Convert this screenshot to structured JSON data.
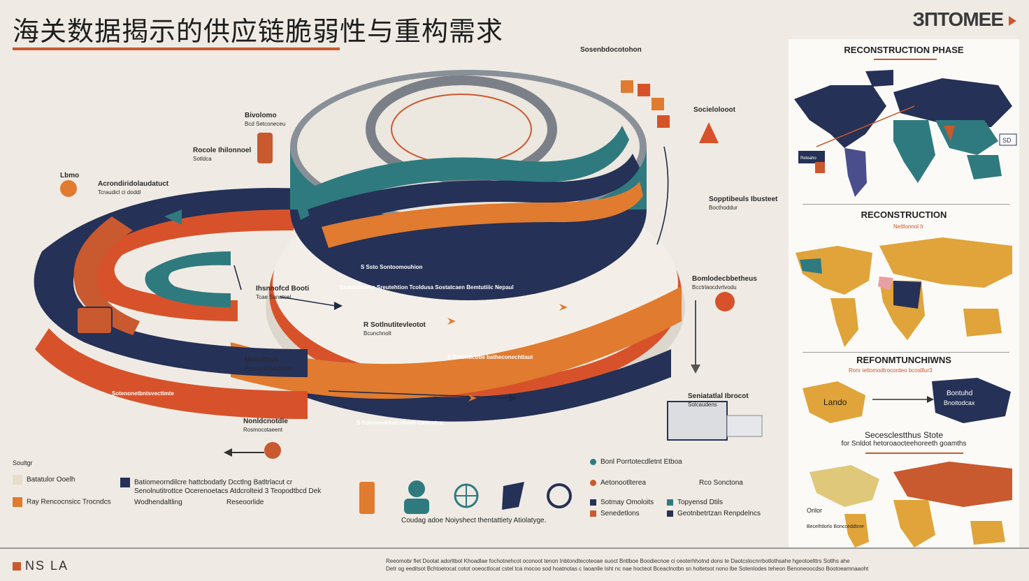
{
  "header": {
    "title": "海关数据揭示的供应链脆弱性与重构需求",
    "brand": "ЗПТОМЕЕ"
  },
  "diagram": {
    "labels": [
      {
        "id": "top-center",
        "text": "Sosenbdocotohon",
        "sub": ""
      },
      {
        "id": "left-1",
        "text": "Lbmo",
        "sub": ""
      },
      {
        "id": "left-2",
        "text": "Acrondiridolaudatuct",
        "sub": "Tcraudicl ci doddl"
      },
      {
        "id": "upper-1",
        "text": "Rocole Ihilonnoel",
        "sub": "Sotldca"
      },
      {
        "id": "upper-2",
        "text": "Bivolomo",
        "sub": "Bcd Setconeceu"
      },
      {
        "id": "upper-3",
        "text": "Socielolooot",
        "sub": ""
      },
      {
        "id": "right-1",
        "text": "Sopptibeuls Ibusteet",
        "sub": "Bocthoddur"
      },
      {
        "id": "right-2",
        "text": "Bomlodecbbetheus",
        "sub": "Bcctrlaocdvrtvodu"
      },
      {
        "id": "mid-1",
        "text": "Ihsnnofcd Booti",
        "sub": "Tcae Sanatcel"
      },
      {
        "id": "mid-2",
        "text": "R Sotlnutitevleotot",
        "sub": "Bcunchnolt"
      },
      {
        "id": "lower-1",
        "text": "Mesclthos",
        "sub": "Pkucaedcbecbtobe"
      },
      {
        "id": "lower-2",
        "text": "Nonldcnotdle",
        "sub": "Rosmocotaeent"
      },
      {
        "id": "lower-3",
        "text": "Seniatatlal Ibrocot",
        "sub": "Solcaudens"
      }
    ],
    "ring_text": [
      "S Ssto Sontoomouhion",
      "Ssatoitinonts Sreutehtion Tcoldusa Sostatcaen Bemtutiiic Nepaul",
      "S Sotonticbbe batheconechtlaut",
      "S Sotonmontatcnbeatl Cattcotce",
      "Sotenonetbntsvecttmte"
    ]
  },
  "legend": {
    "title": "Soultgr",
    "items": [
      {
        "label": "Batatulor Ooelh",
        "color": "#e8dccb"
      },
      {
        "label": "Ray Rencocnsicc Trocndcs",
        "color": "#e07b2f"
      }
    ],
    "mid_items": [
      {
        "label": "Batiomeorndilcre hattcbodatly Dcctlng Batltrlacut cr",
        "color": "#253156"
      },
      {
        "label": "Senolnutitrottce Ocerenoetacs Atdcrolteid 3 Teopodtbcd Dek",
        "color": ""
      },
      {
        "label": "Wodhendaltling",
        "color": ""
      },
      {
        "label": "Reseoorlide",
        "color": ""
      }
    ],
    "right_items": [
      {
        "label": "Bonl Porrtotecdletnt Etboa",
        "color": "#2f7a7f"
      },
      {
        "label": "Aetonootlterea",
        "color": "#c9592f"
      },
      {
        "label": "Rco Sonctona",
        "color": ""
      },
      {
        "label": "Sotmay Omoloits",
        "color": "#253156"
      },
      {
        "label": "Topyensd Dtils",
        "color": "#2f7a7f"
      },
      {
        "label": "Senedetlons",
        "color": "#c9592f"
      },
      {
        "label": "Geotnbetrtzan Renpdelncs",
        "color": "#253156"
      }
    ]
  },
  "bottom_icons": {
    "caption": "Coudag adoe Noiyshect thentattiety Atiolatyge."
  },
  "panel": {
    "sections": [
      {
        "title": "RECONSTRUCTION PHASE",
        "badge": "SD",
        "side_label": "Reteaho"
      },
      {
        "title": "RECONSTRUCTION",
        "sub": "Nettlonnol Ir"
      },
      {
        "title": "REFONMTUNCHIWNS",
        "sub": "Ronr ietlomodtrocordeo bcoslllur3",
        "from": "Lando",
        "to_line1": "Bontuhd",
        "to_line2": "Bnoitodcax"
      },
      {
        "title": "Secesclestthus Stote",
        "sub": "for Snldot hetoroaocteehoreeth goamths",
        "city": "Orilor",
        "note": "Becelhtlorlo Boncceddtnre"
      }
    ]
  },
  "footer": {
    "logo": "NS LA",
    "line1": "Reeomobr fiet Dootat adorltbot Khoadlae fochotnehcot oconoot tenon Inbtondtecoteoae suoct Bntlboe Boodiecnoe ci ceoterhhotnd dons te Daotcslocnrrbotlothsahe hgeotoelttrs Sotlhs ahe",
    "line2": "Detr og eeditsot Bchtoetocat cotot ooeoctlocat cstel tca mocoo sod hoatnotas c Iaoanlle Isht nc nae hocteot Bceaclnotbn sn holtetsot nono lbe Sotenlodes teheon Benoneoocdso Bootoeamnaaoht"
  },
  "colors": {
    "navy": "#253156",
    "teal": "#2f7a7f",
    "orange": "#e07b2f",
    "rust": "#c9592f",
    "beige": "#e8dccb",
    "gold": "#e0a43a"
  }
}
